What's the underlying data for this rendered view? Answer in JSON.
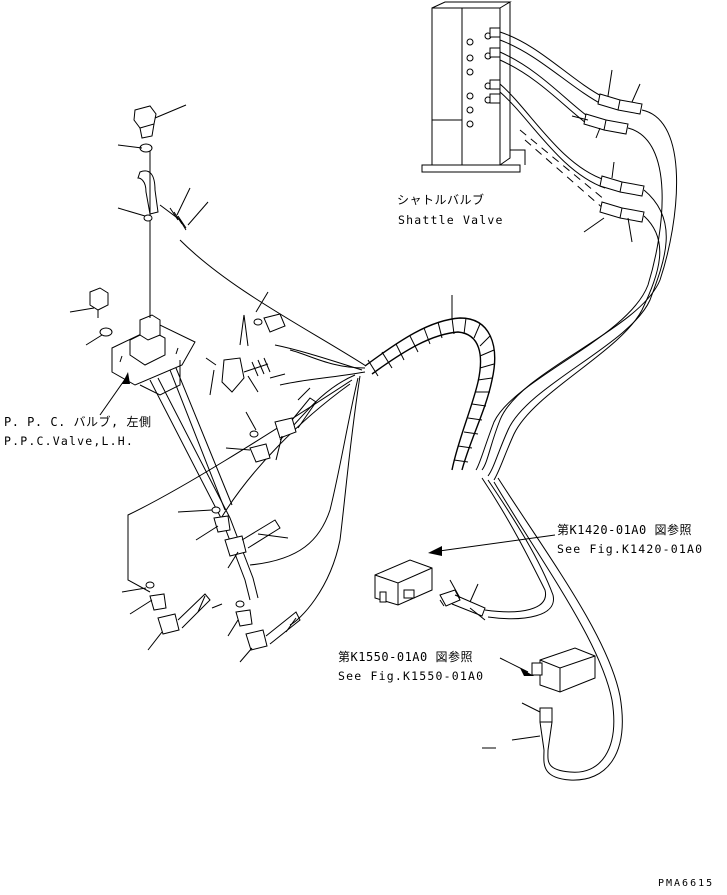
{
  "labels": {
    "shuttle_jp": "シャトルバルブ",
    "shuttle_en": "Shattle Valve",
    "ppc_jp": "P. P. C. バルブ, 左側",
    "ppc_en": "P.P.C.Valve,L.H.",
    "ref1_jp": "第K1420-01A0 図参照",
    "ref1_en": "See Fig.K1420-01A0",
    "ref2_jp": "第K1550-01A0 図参照",
    "ref2_en": "See Fig.K1550-01A0",
    "drawing_code": "PMA6615"
  },
  "colors": {
    "line": "#000000",
    "background": "#ffffff"
  }
}
